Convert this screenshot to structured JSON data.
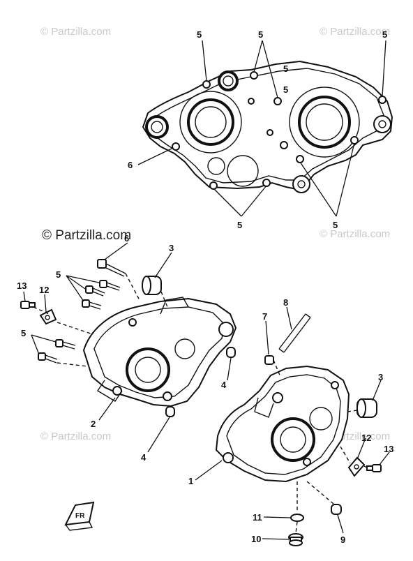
{
  "watermarks": {
    "top_left": "© Partzilla.com",
    "top_right": "© Partzilla.com",
    "middle_left": "© Partzilla.com",
    "middle_right": "© Partzilla.com",
    "bottom_left": "© Partzilla.com",
    "bottom_right": "© Partzilla.com"
  },
  "callouts": {
    "c5a": "5",
    "c5b": "5",
    "c5c": "5",
    "c5d": "5",
    "c5e": "5",
    "c6": "6",
    "c5f": "5",
    "c5g": "5",
    "c6b": "6",
    "c3a": "3",
    "c5h": "5",
    "c13a": "13",
    "c12a": "12",
    "c5i": "5",
    "c2": "2",
    "c4a": "4",
    "c4b": "4",
    "c7": "7",
    "c8": "8",
    "c3b": "3",
    "c12b": "12",
    "c13b": "13",
    "c1": "1",
    "c11": "11",
    "c10": "10",
    "c9": "9"
  },
  "front_badge": "FR"
}
